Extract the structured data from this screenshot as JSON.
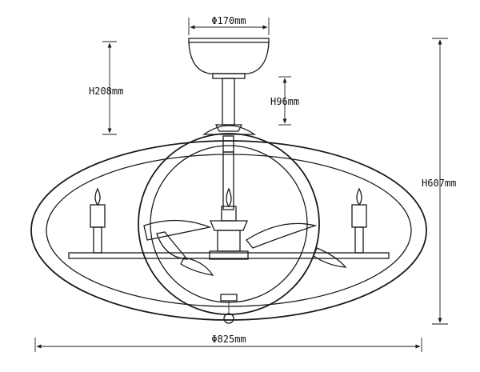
{
  "dimensions": {
    "canopy_diameter": "Φ170mm",
    "downrod_height": "H208mm",
    "height_96": "H96mm",
    "total_height": "H607mm",
    "overall_diameter": "Φ825mm"
  },
  "colors": {
    "line": "#1a1a1a",
    "background": "#ffffff"
  }
}
